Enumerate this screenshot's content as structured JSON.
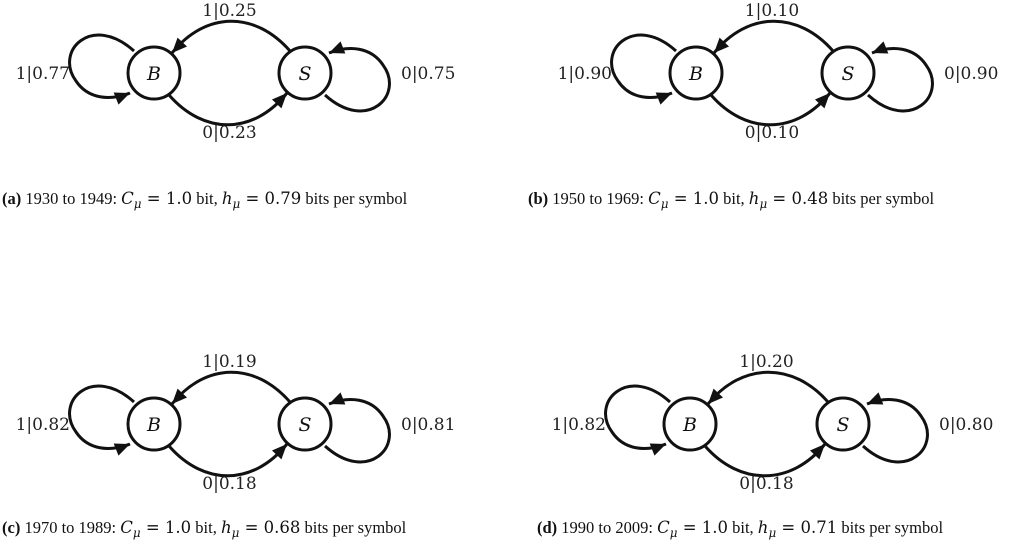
{
  "panels": [
    {
      "tag": "(a)",
      "range": "1930 to 1949:",
      "c_sym": "C",
      "c_sub": "μ",
      "c_val": "= 1.0",
      "bit": "bit,",
      "h_sym": "h",
      "h_sub": "μ",
      "h_val": "= 0.79",
      "per_symbol": "bits per symbol",
      "state_b": "B",
      "state_s": "S",
      "self_b": "1|0.77",
      "self_s": "0|0.75",
      "s_to_b": "1|0.25",
      "b_to_s": "0|0.23"
    },
    {
      "tag": "(b)",
      "range": "1950 to 1969:",
      "c_sym": "C",
      "c_sub": "μ",
      "c_val": "= 1.0",
      "bit": "bit,",
      "h_sym": "h",
      "h_sub": "μ",
      "h_val": "= 0.48",
      "per_symbol": "bits per symbol",
      "state_b": "B",
      "state_s": "S",
      "self_b": "1|0.90",
      "self_s": "0|0.90",
      "s_to_b": "1|0.10",
      "b_to_s": "0|0.10"
    },
    {
      "tag": "(c)",
      "range": "1970 to 1989:",
      "c_sym": "C",
      "c_sub": "μ",
      "c_val": "= 1.0",
      "bit": "bit,",
      "h_sym": "h",
      "h_sub": "μ",
      "h_val": "= 0.68",
      "per_symbol": "bits per symbol",
      "state_b": "B",
      "state_s": "S",
      "self_b": "1|0.82",
      "self_s": "0|0.81",
      "s_to_b": "1|0.19",
      "b_to_s": "0|0.18"
    },
    {
      "tag": "(d)",
      "range": "1990 to 2009:",
      "c_sym": "C",
      "c_sub": "μ",
      "c_val": "= 1.0",
      "bit": "bit,",
      "h_sym": "h",
      "h_sub": "μ",
      "h_val": "= 0.71",
      "per_symbol": "bits per symbol",
      "state_b": "B",
      "state_s": "S",
      "self_b": "1|0.82",
      "self_s": "0|0.80",
      "s_to_b": "1|0.20",
      "b_to_s": "0|0.18"
    }
  ]
}
